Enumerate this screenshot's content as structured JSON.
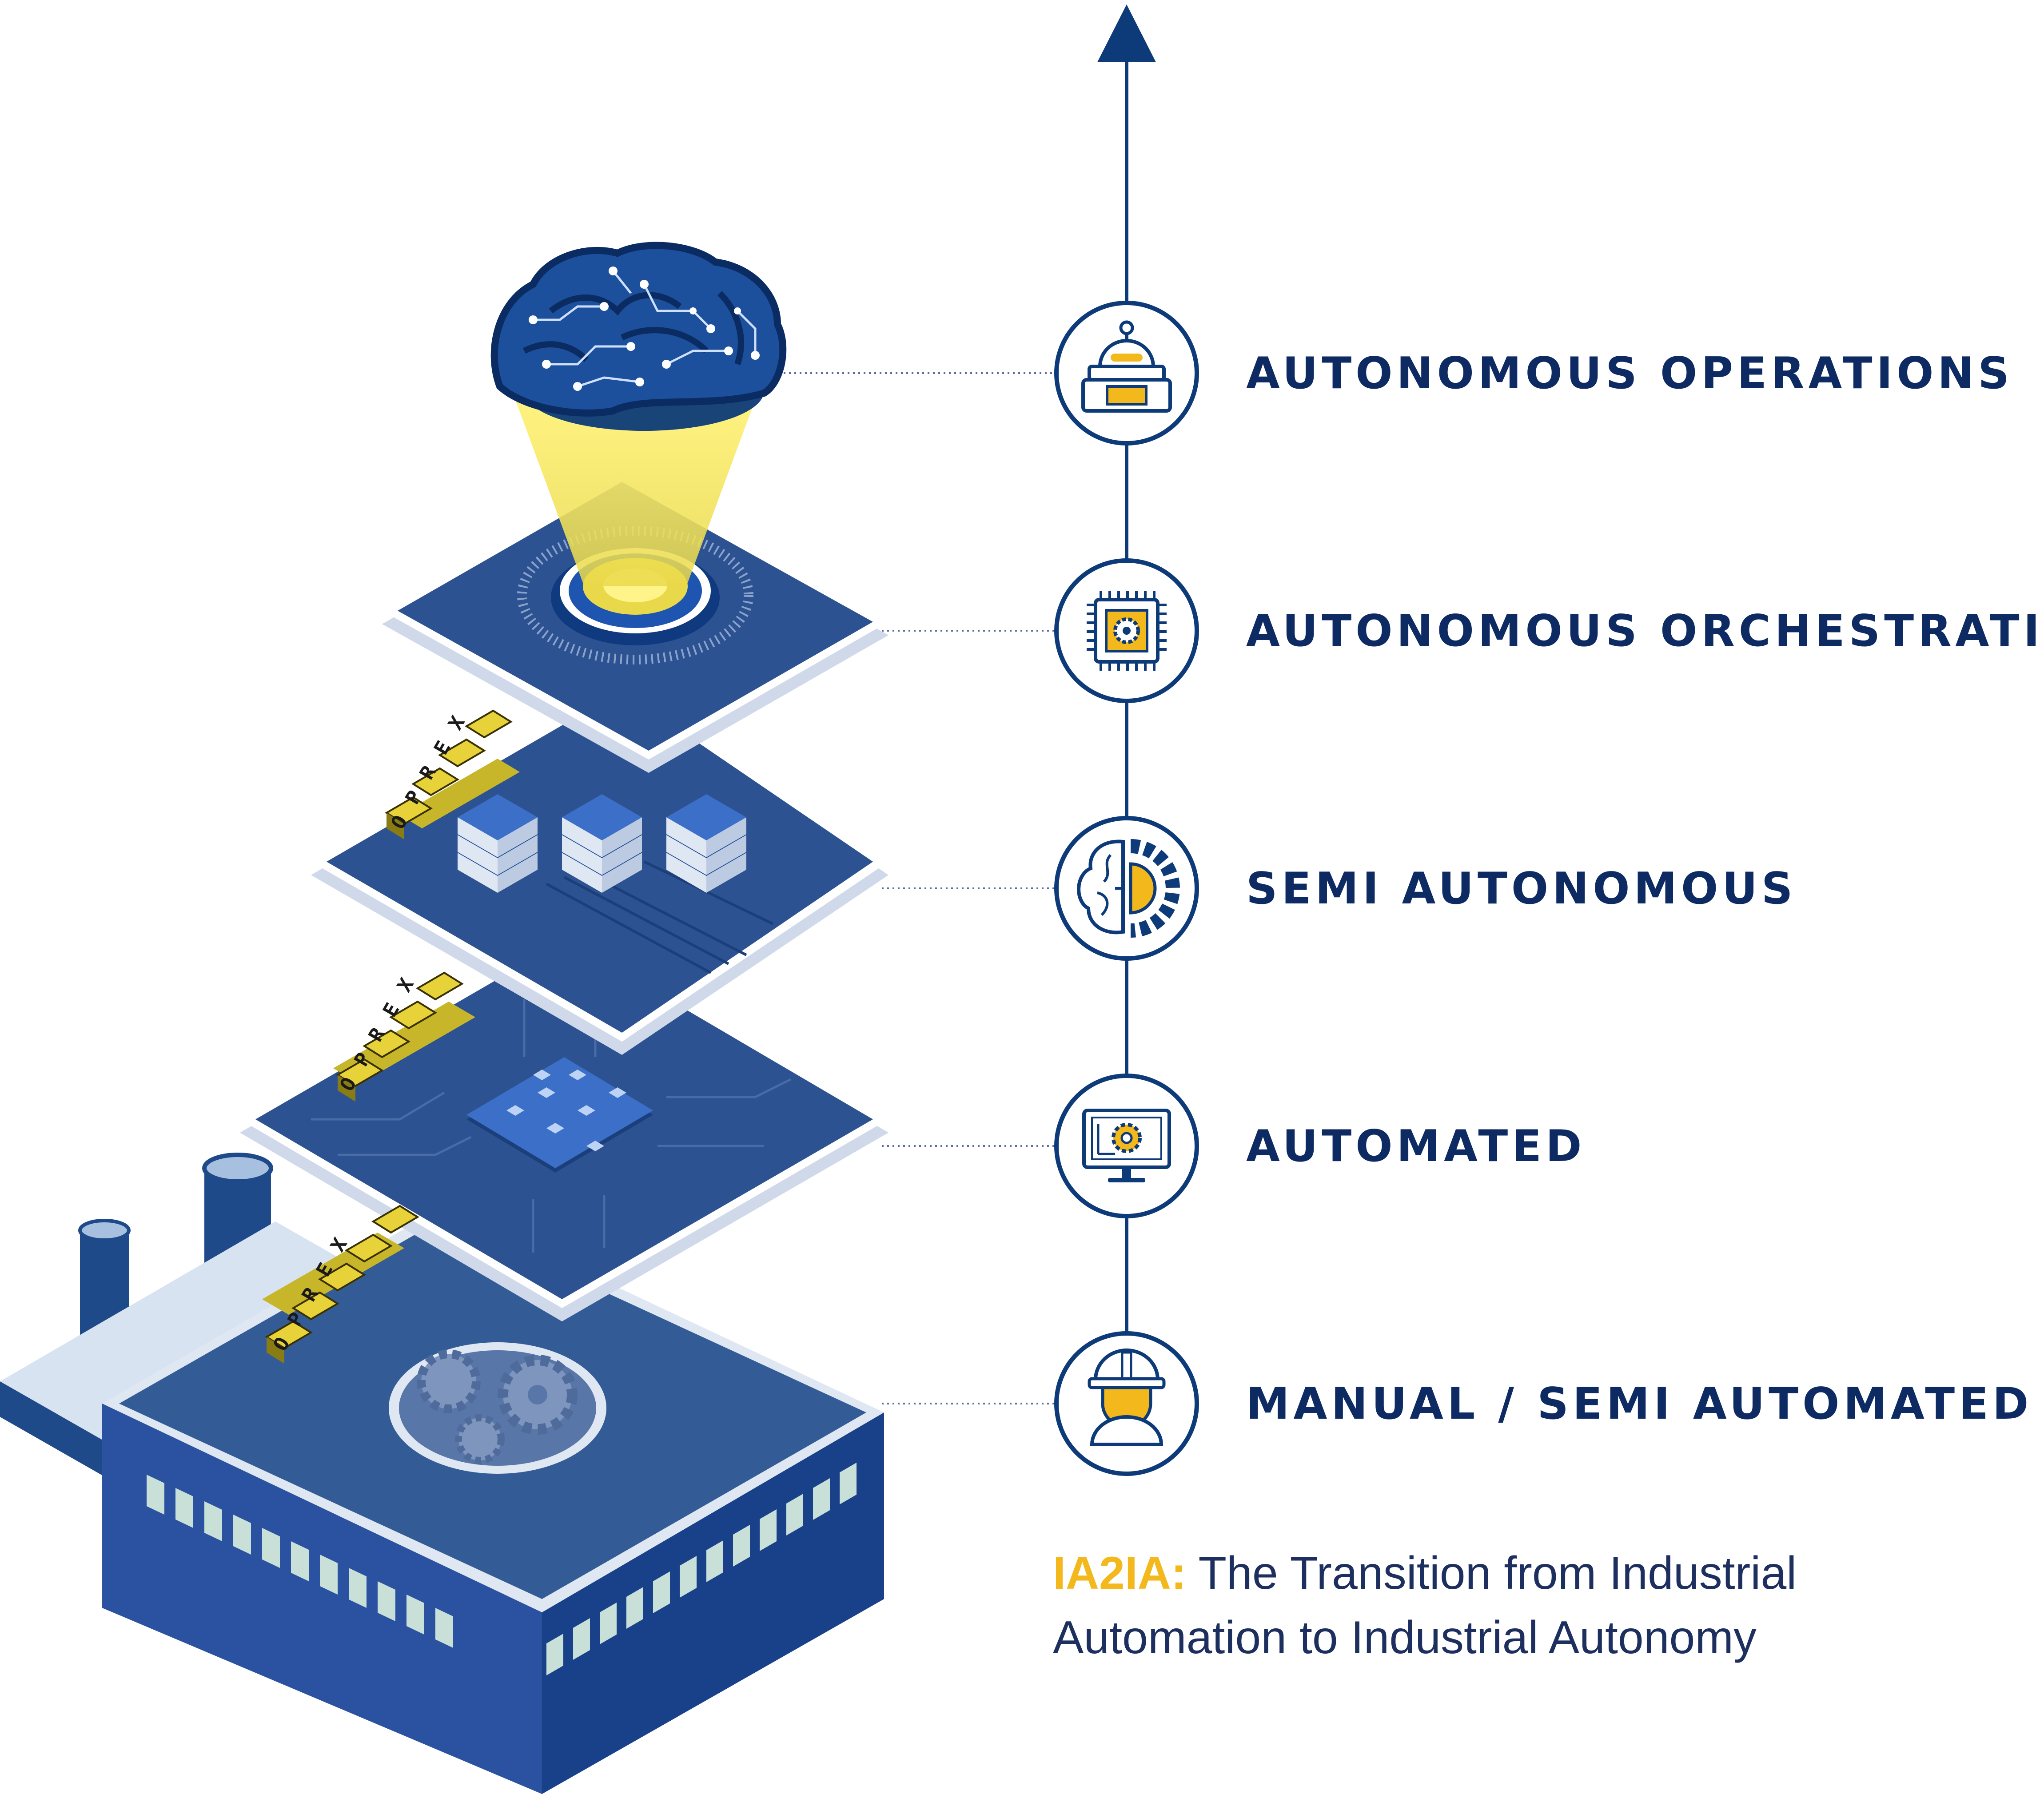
{
  "levels": [
    {
      "label": "AUTONOMOUS OPERATIONS",
      "icon": "robot-icon"
    },
    {
      "label": "AUTONOMOUS ORCHESTRATION",
      "icon": "chip-gear-icon"
    },
    {
      "label": "SEMI AUTONOMOUS",
      "icon": "brain-gear-icon"
    },
    {
      "label": "AUTOMATED",
      "icon": "monitor-gear-icon"
    },
    {
      "label": "MANUAL / SEMI AUTOMATED",
      "icon": "worker-icon"
    }
  ],
  "oprex_text": "OPREX",
  "caption": {
    "prefix": "IA2IA:",
    "line1": "The Transition from Industrial",
    "line2": "Automation to Industrial Autonomy"
  },
  "colors": {
    "navy": "#0d2a63",
    "platform_blue": "#2f5691",
    "accent_yellow": "#f2b81c",
    "oprex_yellow": "#e8d23a"
  }
}
